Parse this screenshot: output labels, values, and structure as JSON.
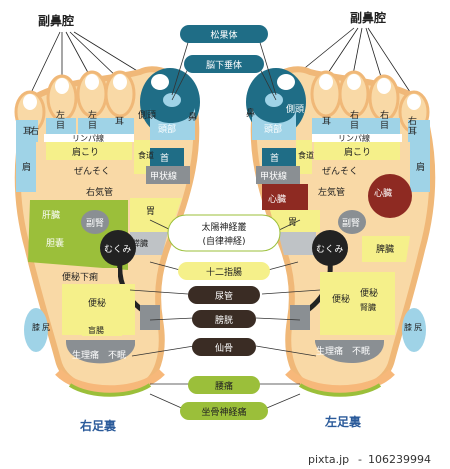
{
  "corner_labels": {
    "left": "副鼻腔",
    "right": "副鼻腔"
  },
  "center_pills": {
    "pineal": "松果体",
    "pituitary": "脳下垂体",
    "solar_plexus_1": "太陽神経叢",
    "solar_plexus_2": "(自律神経)",
    "duodenum": "十二指腸",
    "ureter": "尿管",
    "bladder": "膀胱",
    "sacrum": "仙骨",
    "lumbago": "腰痛",
    "sciatica": "坐骨神経痛"
  },
  "left_foot": {
    "title": "右足裏",
    "ear1": "耳",
    "ear2": "耳",
    "eye1": "目",
    "eye2": "目",
    "left1": "左",
    "left2": "左",
    "right_prefix": "右",
    "lymph": "リンパ線",
    "head": "頭部",
    "nose": "鼻",
    "side_head": "側頭",
    "neck": "首",
    "stiff_shoulder": "肩こり",
    "esophagus": "食道",
    "thyroid": "甲状線",
    "asthma": "ぜんそく",
    "bronchus": "右気管",
    "shoulder": "肩",
    "liver": "肝臓",
    "gallbladder": "胆嚢",
    "adrenal": "副腎",
    "stomach": "胃",
    "pancreas": "膵臓",
    "edema": "むくみ",
    "constipation_diarrhea": "便秘下痢",
    "constipation": "便秘",
    "knee": "膝",
    "hip": "尻",
    "ovary": "盲腸",
    "menstrual": "生理痛",
    "insomnia": "不眠"
  },
  "right_foot": {
    "title": "左足裏",
    "ear1": "耳",
    "ear2": "耳",
    "eye1": "目",
    "eye2": "目",
    "right1": "右",
    "right2": "右",
    "lymph": "リンパ線",
    "head": "頭部",
    "nose": "鼻",
    "side_head": "側頭",
    "neck": "首",
    "stiff_shoulder": "肩こり",
    "esophagus": "食道",
    "thyroid": "甲状線",
    "asthma": "ぜんそく",
    "bronchus": "左気管",
    "shoulder": "肩",
    "heart1": "心臓",
    "heart2": "心臓",
    "adrenal": "副腎",
    "stomach": "胃",
    "spleen": "脾臓",
    "edema": "むくみ",
    "constipation1": "便秘",
    "constipation2": "便秘",
    "kidney": "腎臓",
    "knee": "膝",
    "hip": "尻",
    "menstrual": "生理痛",
    "insomnia": "不眠"
  },
  "watermark": {
    "brand": "pixta.jp",
    "sep": "-",
    "id": "106239994"
  },
  "colors": {
    "skin": "#f9d9a6",
    "skin_edge": "#f0b878",
    "blue_dark": "#1f6d86",
    "blue_light": "#9fd3e7",
    "yellow": "#f5f08a",
    "green": "#9bbf3a",
    "gray": "#8a8f93",
    "black": "#222222",
    "maroon": "#8e2a22",
    "orange": "#f7b87a",
    "teal": "#2a8aa0"
  }
}
